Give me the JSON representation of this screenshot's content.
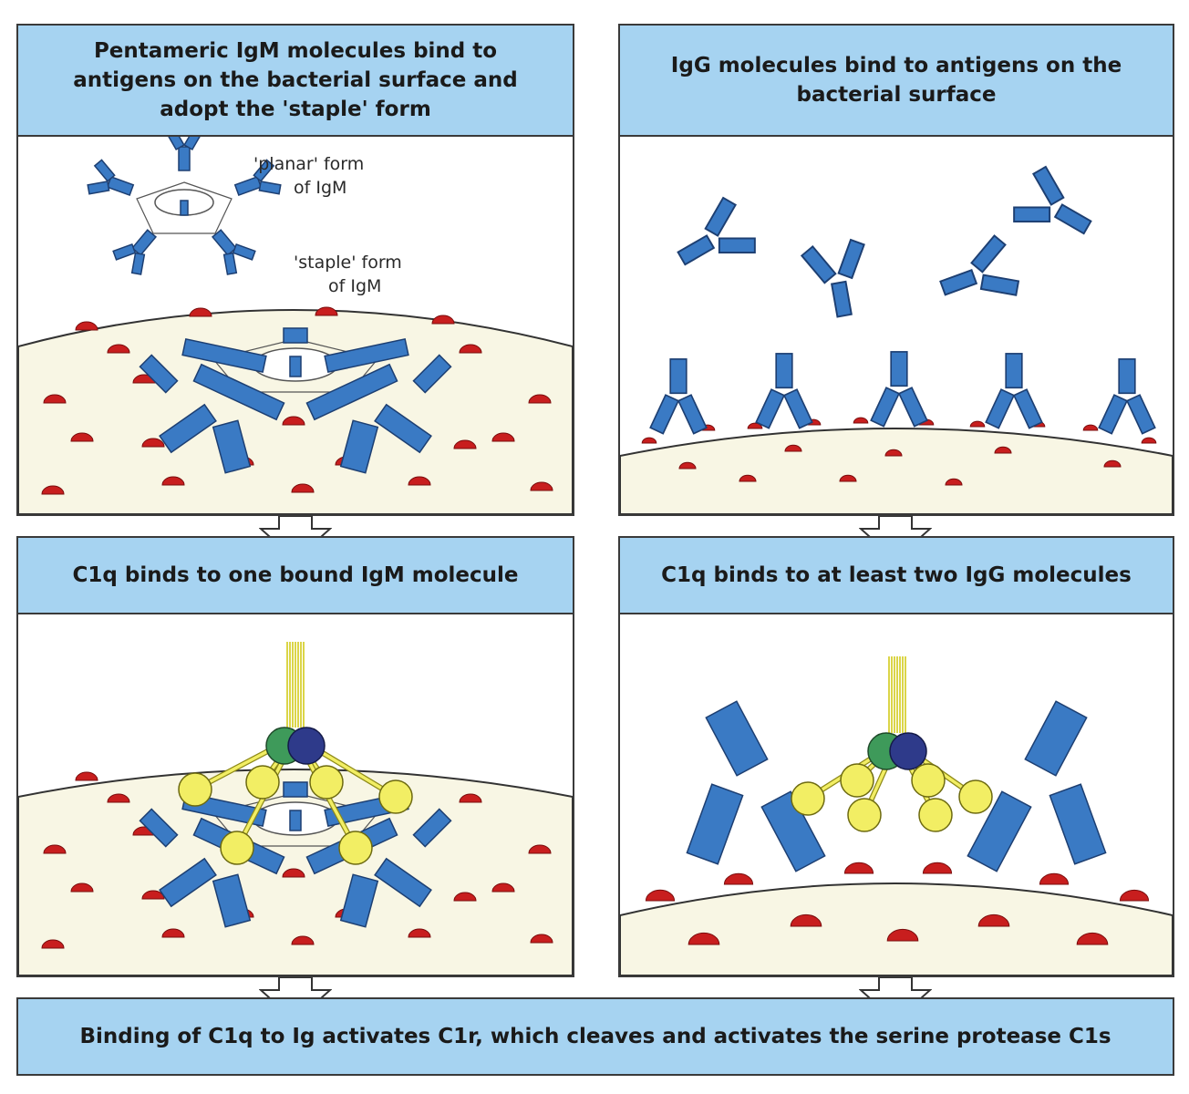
{
  "colors": {
    "header_bg": "#a6d3f1",
    "antibody": "#3a7ac4",
    "antigen": "#c81e1e",
    "bacterium": "#f8f6e4",
    "c1q_head": "#f2ee64",
    "c1r": "#3e9a5a",
    "c1s": "#2e3a8a"
  },
  "panels": {
    "igm_bind": {
      "header": "Pentameric IgM molecules bind to antigens on the bacterial surface and adopt the 'staple' form",
      "planar_label_1": "'planar' form",
      "planar_label_2": "of IgM",
      "staple_label_1": "'staple' form",
      "staple_label_2": "of IgM"
    },
    "igg_bind": {
      "header": "IgG molecules bind to antigens on the bacterial surface"
    },
    "igm_c1q": {
      "header": "C1q binds to one bound IgM molecule"
    },
    "igg_c1q": {
      "header": "C1q binds to at least two IgG molecules"
    }
  },
  "footer": {
    "text": "Binding of C1q to Ig activates C1r, which cleaves and activates the serine protease C1s"
  }
}
